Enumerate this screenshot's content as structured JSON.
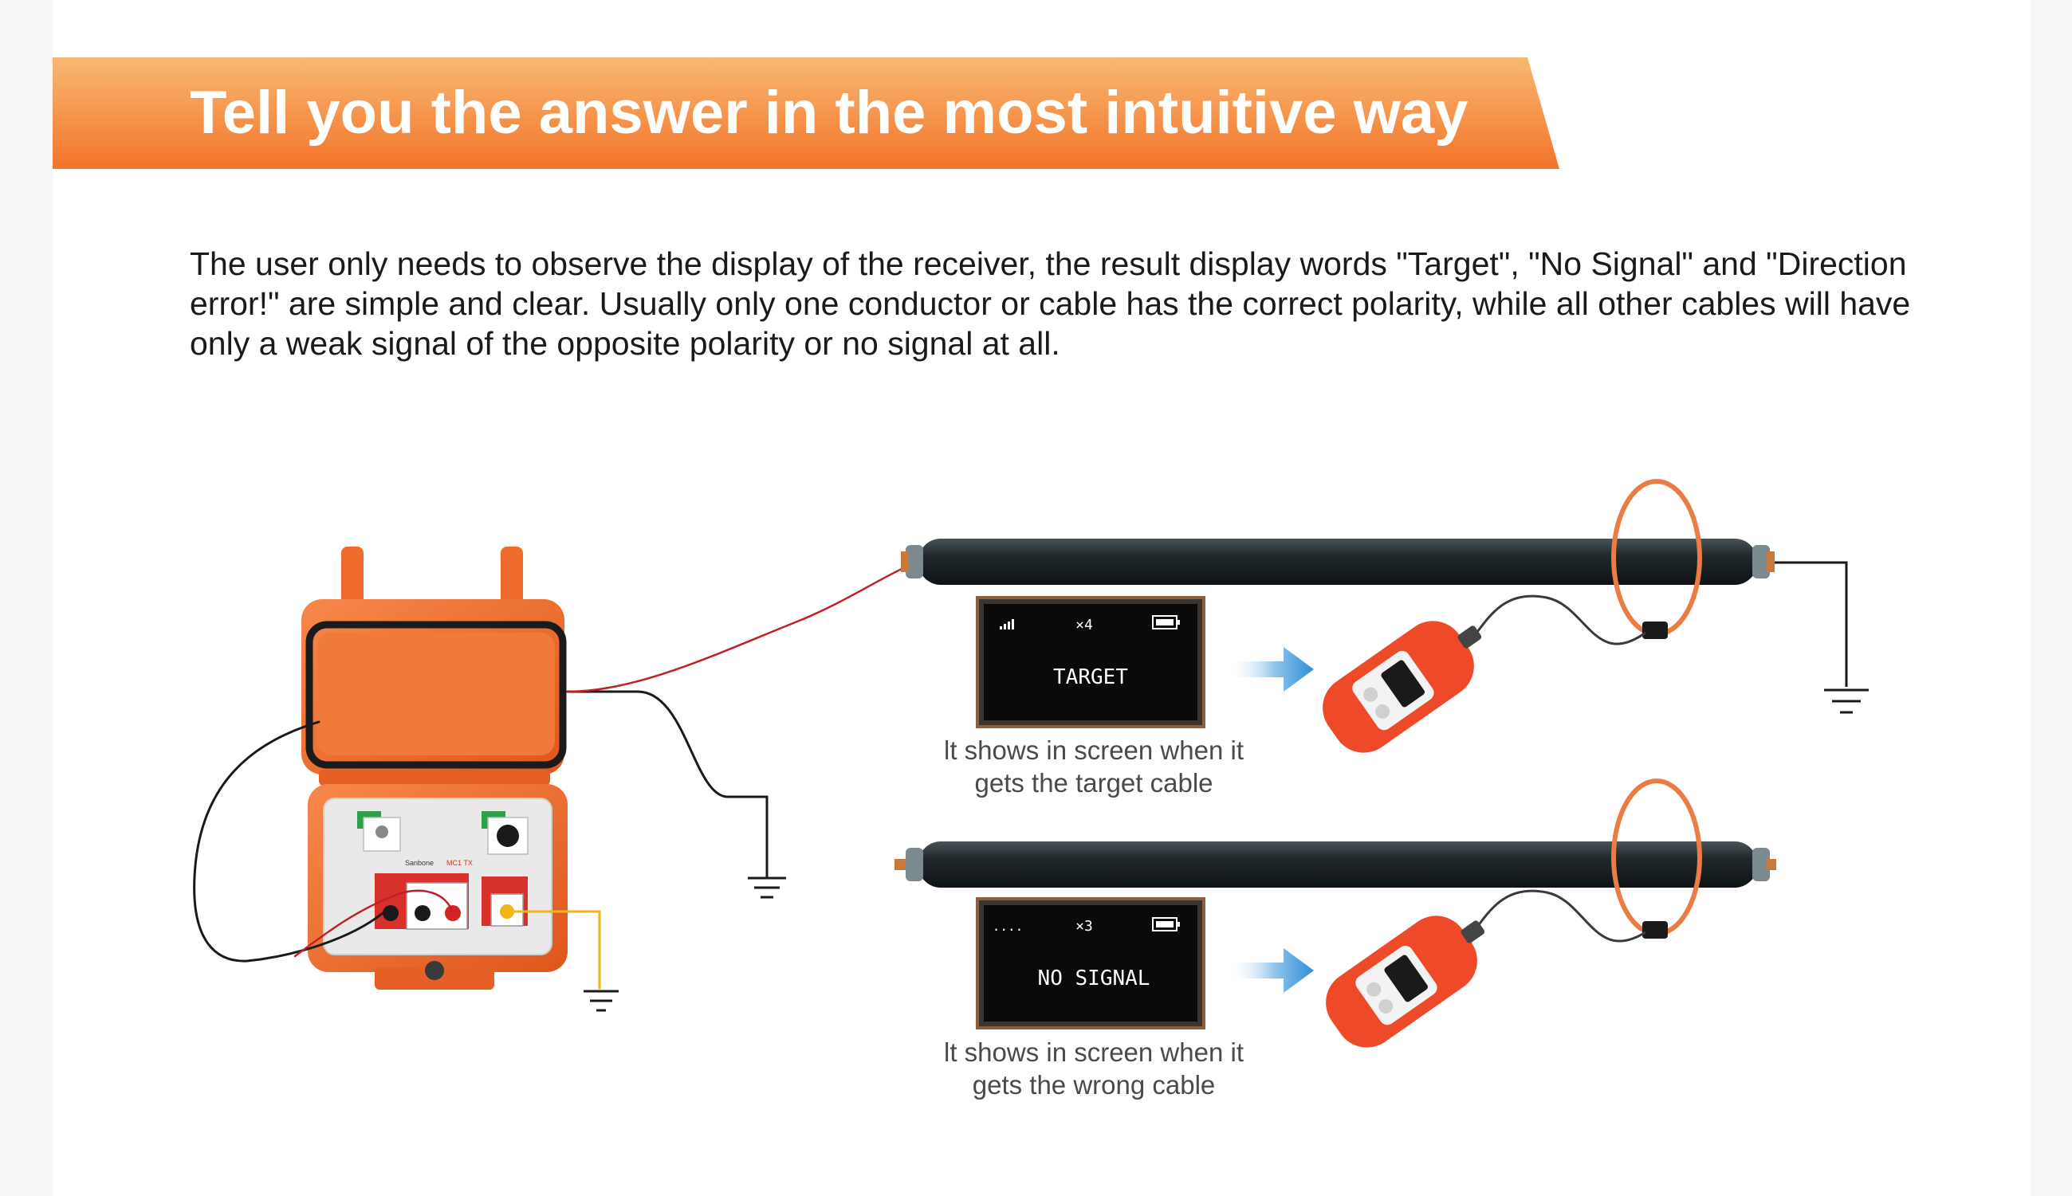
{
  "header": {
    "title": "Tell you the answer in the most intuitive way"
  },
  "intro": {
    "text": "The user only needs to observe the display of the receiver, the result display words \"Target\", \"No Signal\" and \"Direction error!\" are simple and clear. Usually only one conductor or cable has the correct polarity, while all other cables will have only a weak signal of the opposite polarity or no signal at all."
  },
  "transmitter": {
    "brand": "Sanbone",
    "model": "MC1 TX"
  },
  "panel_target": {
    "multiplier": "×4",
    "status": "TARGET",
    "caption_line1": "lt shows in screen when it",
    "caption_line2": "gets the target cable"
  },
  "panel_no_signal": {
    "signal_marker": "....",
    "multiplier": "×3",
    "status": "NO SIGNAL",
    "caption_line1": "lt shows in screen when it",
    "caption_line2": "gets the wrong cable"
  },
  "colors": {
    "banner_start": "#f3742a",
    "banner_end": "#f8b872",
    "device_orange": "#f26a2e",
    "receiver_red": "#ee4a2a",
    "clamp_orange": "#ea7c44",
    "cable_dark": "#1f262a",
    "arrow_blue": "#2f8fd6",
    "lead_red": "#c0202a",
    "lead_yellow": "#f2b518"
  }
}
